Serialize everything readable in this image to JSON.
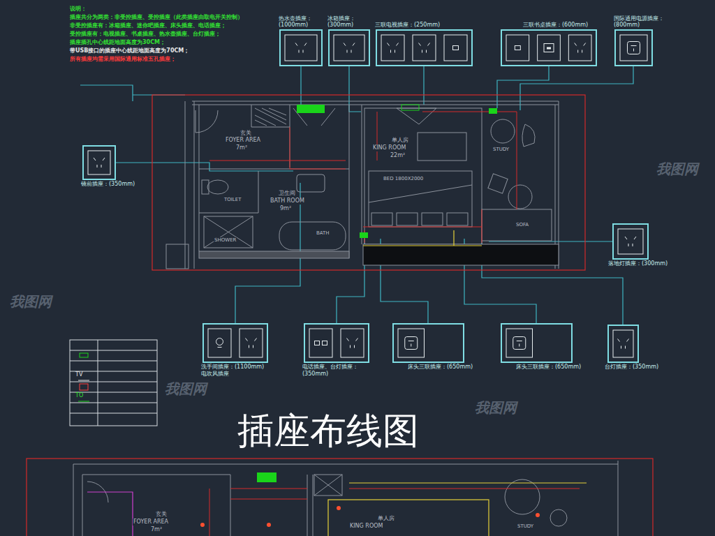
{
  "diagram": {
    "title": "插座布线图",
    "nodes": [
      {
        "text": [
          "热水壶插座：(1000mm)"
        ]
      },
      {
        "text": [
          "冰箱插座：(300mm)"
        ]
      },
      {
        "text": [
          "三联电视插座：(250mm)"
        ]
      },
      {
        "text": [
          "三联书桌插座：(600mm)"
        ]
      },
      {
        "text": [
          "国际通用电源插座：(800mm)"
        ]
      },
      {
        "text": [
          "镜前插座：(350mm)"
        ]
      },
      {
        "text": [
          "落地灯插座：(300mm)"
        ]
      },
      {
        "text": [
          "洗手间插座：(1100mm)",
          "电吹风插座"
        ]
      },
      {
        "text": [
          "电话插座、台灯插座：(350mm)"
        ]
      },
      {
        "text": [
          "床头三联插座：(650mm)"
        ]
      },
      {
        "text": [
          "床头三联插座：(650mm)"
        ]
      },
      {
        "text": [
          "台灯插座：(350mm)"
        ]
      }
    ],
    "labels": [
      "说明：",
      "插座共分为两类：非受控插座、受控插座（此类插座由取电开关控制）",
      "非受控插座有：冰箱插座、迷你吧插座、床头插座、电话插座；",
      "受控插座有：电视插座、书桌插座、热水壶插座、台灯插座；",
      "插座插孔中心线距地面高度为30CM；",
      "带USB接口的插座中心线距地面高度为70CM；",
      "所有插座均需采用国际通用标准五孔插座；",
      "玄关",
      "FOYER AREA",
      "7m²",
      "TOILET",
      "卫生间",
      "BATH ROOM",
      "9m²",
      "SHOWER",
      "BATH",
      "单人房",
      "KING ROOM",
      "22m²",
      "BED 1800X2000",
      "STUDY",
      "SOFA",
      "玄关",
      "FOYER AREA",
      "7m²",
      "单人房",
      "KING ROOM",
      "STUDY",
      "TV",
      "TO",
      "我图网",
      "我图网",
      "我图网",
      "我图网"
    ]
  }
}
